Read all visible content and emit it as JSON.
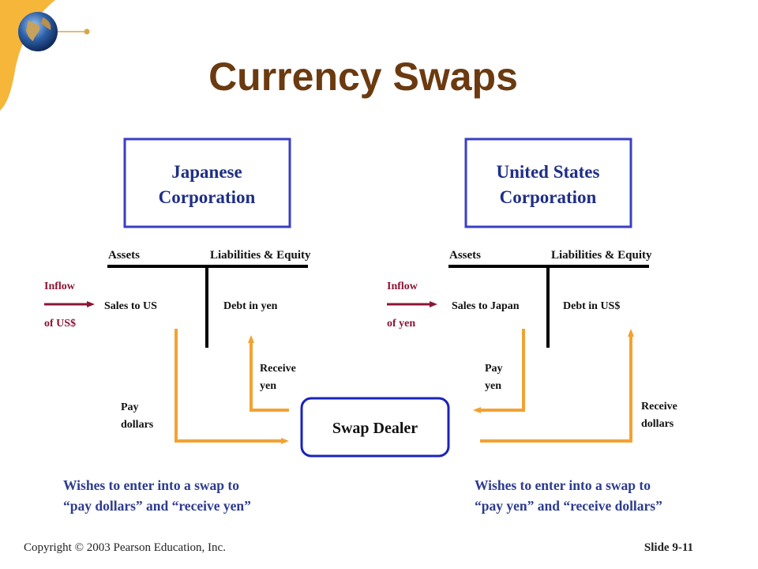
{
  "title": "Currency Swaps",
  "colors": {
    "title": "#6b3a10",
    "box_border": "#3a3fc4",
    "box_text": "#1f2f86",
    "arrow": "#f2a233",
    "inflow": "#8b1535",
    "wish_text": "#2c3b8f",
    "corner_band": "#f5b63a"
  },
  "icons": {
    "corner": "globe-icon"
  },
  "left": {
    "corporation": [
      "Japanese",
      "Corporation"
    ],
    "assets_header": "Assets",
    "liabilities_header": "Liabilities & Equity",
    "inflow": [
      "Inflow",
      "of US$"
    ],
    "asset_item": "Sales to US",
    "liability_item": "Debt in yen",
    "receive": [
      "Receive",
      "yen"
    ],
    "pay": [
      "Pay",
      "dollars"
    ],
    "wish": [
      "Wishes to enter into a swap to",
      "“pay dollars” and “receive yen”"
    ]
  },
  "right": {
    "corporation": [
      "United States",
      "Corporation"
    ],
    "assets_header": "Assets",
    "liabilities_header": "Liabilities & Equity",
    "inflow": [
      "Inflow",
      "of yen"
    ],
    "asset_item": "Sales to Japan",
    "liability_item": "Debt in US$",
    "pay": [
      "Pay",
      "yen"
    ],
    "receive": [
      "Receive",
      "dollars"
    ],
    "wish": [
      "Wishes to enter into a swap to",
      "“pay yen” and “receive dollars”"
    ]
  },
  "dealer": "Swap Dealer",
  "footer": {
    "copyright": "Copyright © 2003 Pearson Education, Inc.",
    "slide": "Slide 9-11"
  }
}
